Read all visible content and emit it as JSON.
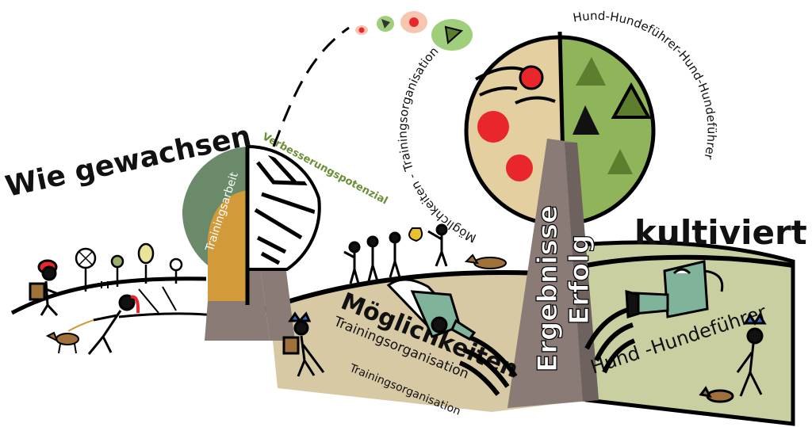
{
  "title": {
    "part1": "Wie gewachsen",
    "part2": "kultiviert"
  },
  "stone_circle": {
    "left": "Trainingsarbeit",
    "right": "Verbesserungspotenzial"
  },
  "big_circle": {
    "arc_left": "Möglichkeiten - Trainingsorganisation",
    "arc_right": "Hund-Hundeführer-Hund-Hundeführer"
  },
  "pillar": {
    "line1": "Ergebnisse",
    "line2": "Erfolg"
  },
  "field_left": {
    "heading": "Möglichkeiten",
    "sub1": "Trainingsorganisation",
    "sub2": "Trainingsorganisation"
  },
  "field_right": {
    "label": "Hund -Hundeführer"
  },
  "colors": {
    "sand": "#d8c9a5",
    "sage": "#c9cfa0",
    "tree_green": "#8fb45a",
    "dark_green": "#6b8e36",
    "dot_red": "#e8262b",
    "stone_grey": "#8a7b76",
    "ochre": "#d39a3a",
    "bubble_green": "#9fcf7a",
    "watering_can": "#7fb39a",
    "stone_label_green": "#6a8a6a"
  }
}
